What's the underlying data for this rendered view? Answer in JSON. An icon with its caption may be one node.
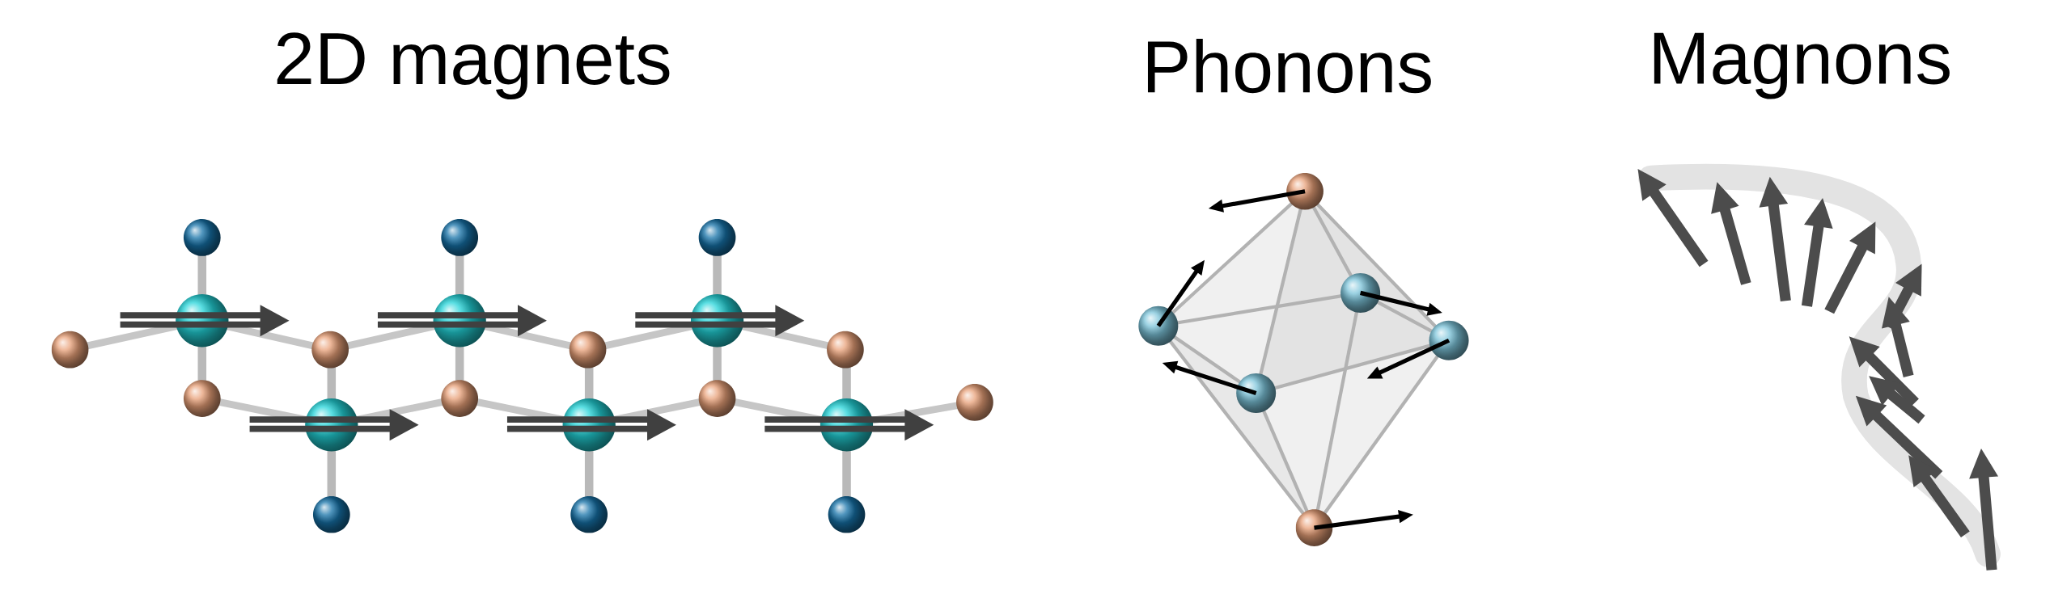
{
  "diagram": {
    "labels": [
      "2D magnets",
      "Phonons",
      "Magnons"
    ]
  }
}
